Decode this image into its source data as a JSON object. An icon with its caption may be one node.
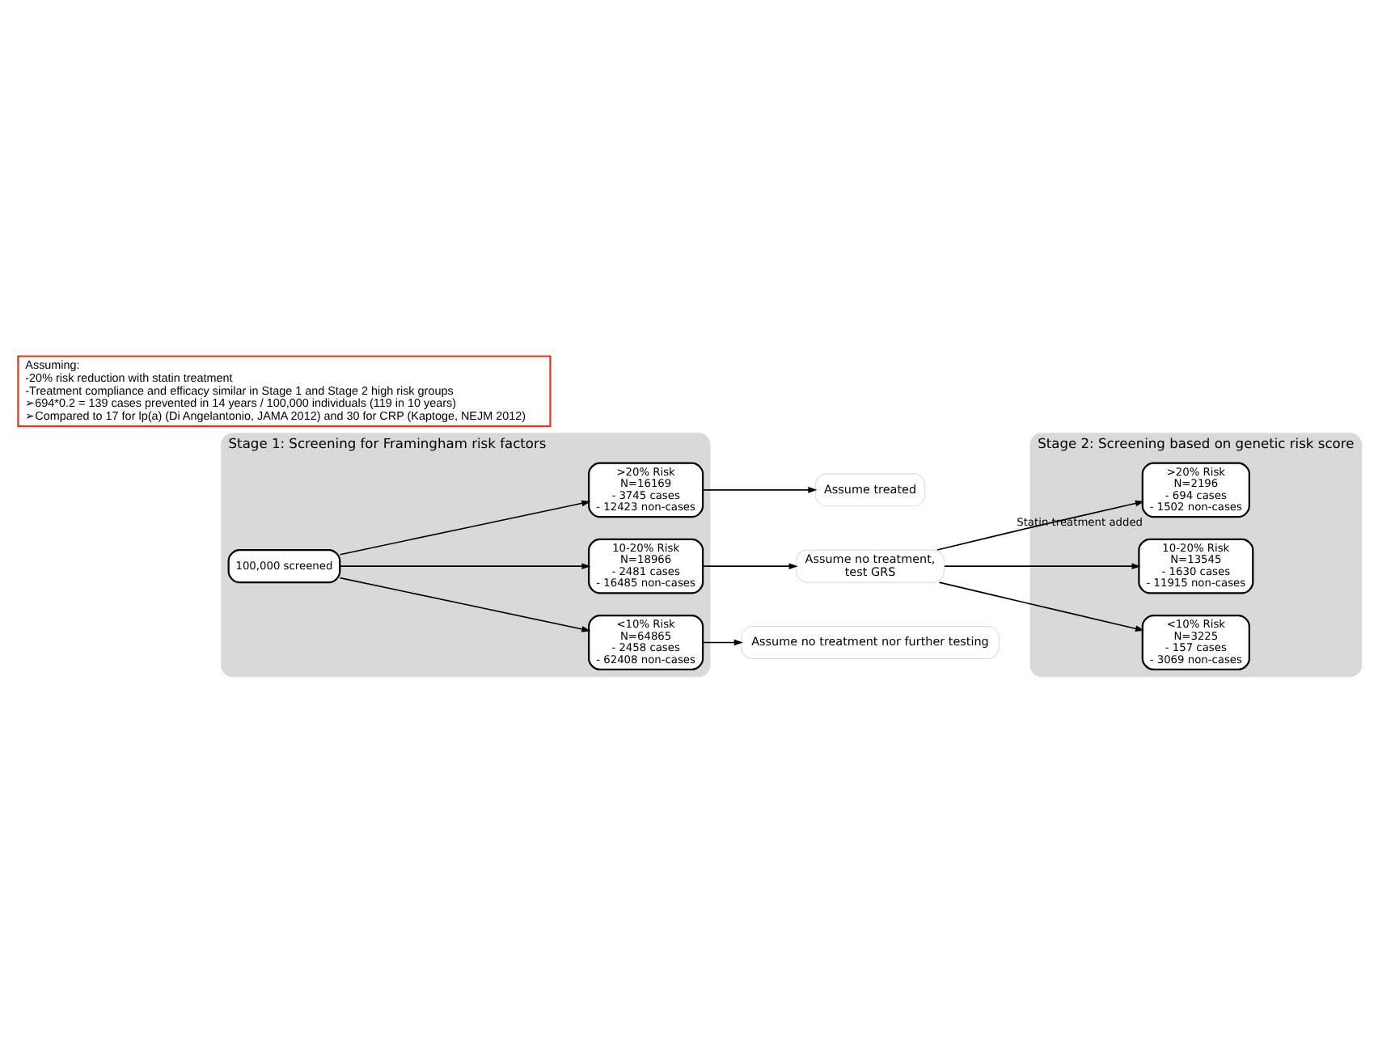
{
  "diagram": {
    "nodes": [
      {
        "text": [
          "Stage 1: Screening for Framingham risk factors"
        ]
      },
      {
        "text": [
          "100,000 screened"
        ],
        "in": 0
      },
      {
        "text": [
          ">20% Risk",
          "N=16169",
          "- 3745 cases",
          "- 12423 non-cases"
        ],
        "in": 0
      },
      {
        "text": [
          "10-20% Risk",
          "N=18966",
          "- 2481 cases",
          "- 16485 non-cases"
        ],
        "in": 0
      },
      {
        "text": [
          "<10% Risk",
          "N=64865",
          "- 2458 cases",
          "- 62408 non-cases"
        ],
        "in": 0
      },
      {
        "text": [
          "Assume treated"
        ]
      },
      {
        "text": [
          "Assume no treatment,",
          "test GRS"
        ]
      },
      {
        "text": [
          "Assume no treatment nor further testing"
        ]
      },
      {
        "text": [
          "Stage 2: Screening based on genetic risk score"
        ]
      },
      {
        "text": [
          ">20% Risk",
          "N=2196",
          "- 694 cases",
          "- 1502 non-cases"
        ],
        "in": 8,
        "beside": [
          "Statin treatment added"
        ]
      },
      {
        "text": [
          "10-20% Risk",
          "N=13545",
          "- 1630 cases",
          "- 11915 non-cases"
        ],
        "in": 8
      },
      {
        "text": [
          "<10% Risk",
          "N=3225",
          "- 157 cases",
          "- 3069 non-cases"
        ],
        "in": 8
      },
      {
        "text": [
          "Assuming:",
          "-20% risk reduction with statin treatment",
          "-Treatment compliance and efficacy similar in Stage 1 and Stage 2 high risk groups",
          "➢694*0.2 = 139 cases prevented in 14 years / 100,000 individuals (119 in 10 years)",
          "➢Compared to 17 for lp(a) (Di Angelantonio, JAMA 2012) and 30 for CRP (Kaptoge, NEJM 2012)"
        ]
      }
    ],
    "edges": [
      {
        "from": 1,
        "to": 2,
        "arrow": "to"
      },
      {
        "from": 1,
        "to": 3,
        "arrow": "to"
      },
      {
        "from": 1,
        "to": 4,
        "arrow": "to"
      },
      {
        "from": 2,
        "to": 5,
        "arrow": "to"
      },
      {
        "from": 3,
        "to": 6,
        "arrow": "to"
      },
      {
        "from": 4,
        "to": 7,
        "arrow": "to"
      },
      {
        "from": 6,
        "to": 9,
        "arrow": "to"
      },
      {
        "from": 6,
        "to": 10,
        "arrow": "to"
      },
      {
        "from": 6,
        "to": 11,
        "arrow": "to"
      }
    ]
  }
}
